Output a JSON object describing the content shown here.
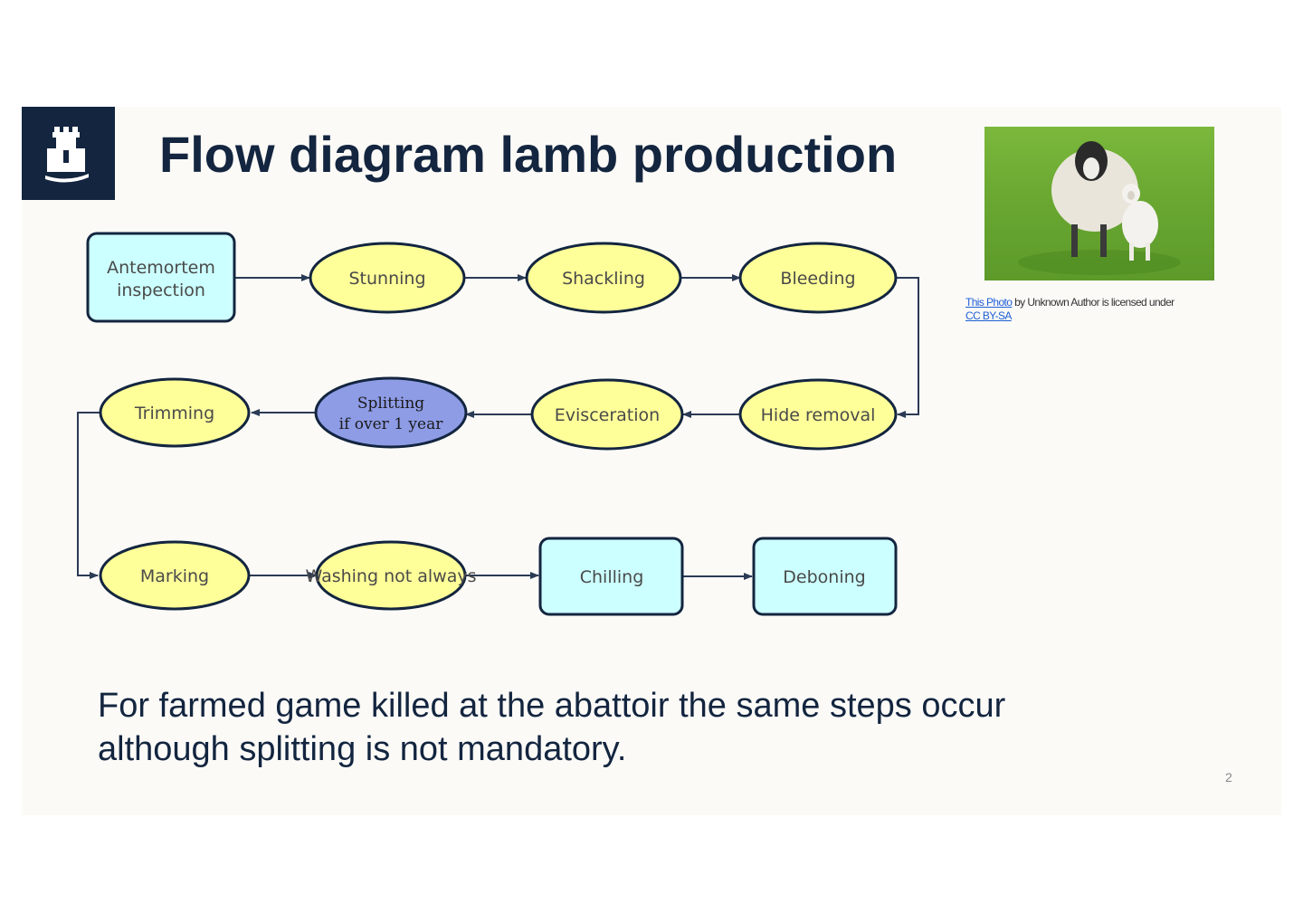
{
  "slide": {
    "title": "Flow diagram lamb production",
    "footnote": "For farmed game killed at the abattoir the same steps occur although splitting is not mandatory.",
    "page_number": "2"
  },
  "logo": {
    "icon": "castle-icon"
  },
  "photo": {
    "icon": "sheep-photo",
    "credit": {
      "link_text": "This Photo",
      "middle_text": " by Unknown Author is licensed under ",
      "license_text": "CC BY-SA"
    }
  },
  "diagram": {
    "nodes": {
      "antemortem_line1": "Antemortem",
      "antemortem_line2": "inspection",
      "stunning": "Stunning",
      "shackling": "Shackling",
      "bleeding": "Bleeding",
      "hide_removal": "Hide removal",
      "evisceration": "Evisceration",
      "splitting_line1": "Splitting",
      "splitting_line2": "if over 1 year",
      "trimming": "Trimming",
      "marking": "Marking",
      "washing": "Washing not always",
      "chilling": "Chilling",
      "deboning": "Deboning"
    },
    "colors": {
      "box_fill": "#ccffff",
      "ellipse_fill": "#ffff99",
      "splitting_fill": "#8e9ce6",
      "stroke": "#13253f"
    }
  }
}
